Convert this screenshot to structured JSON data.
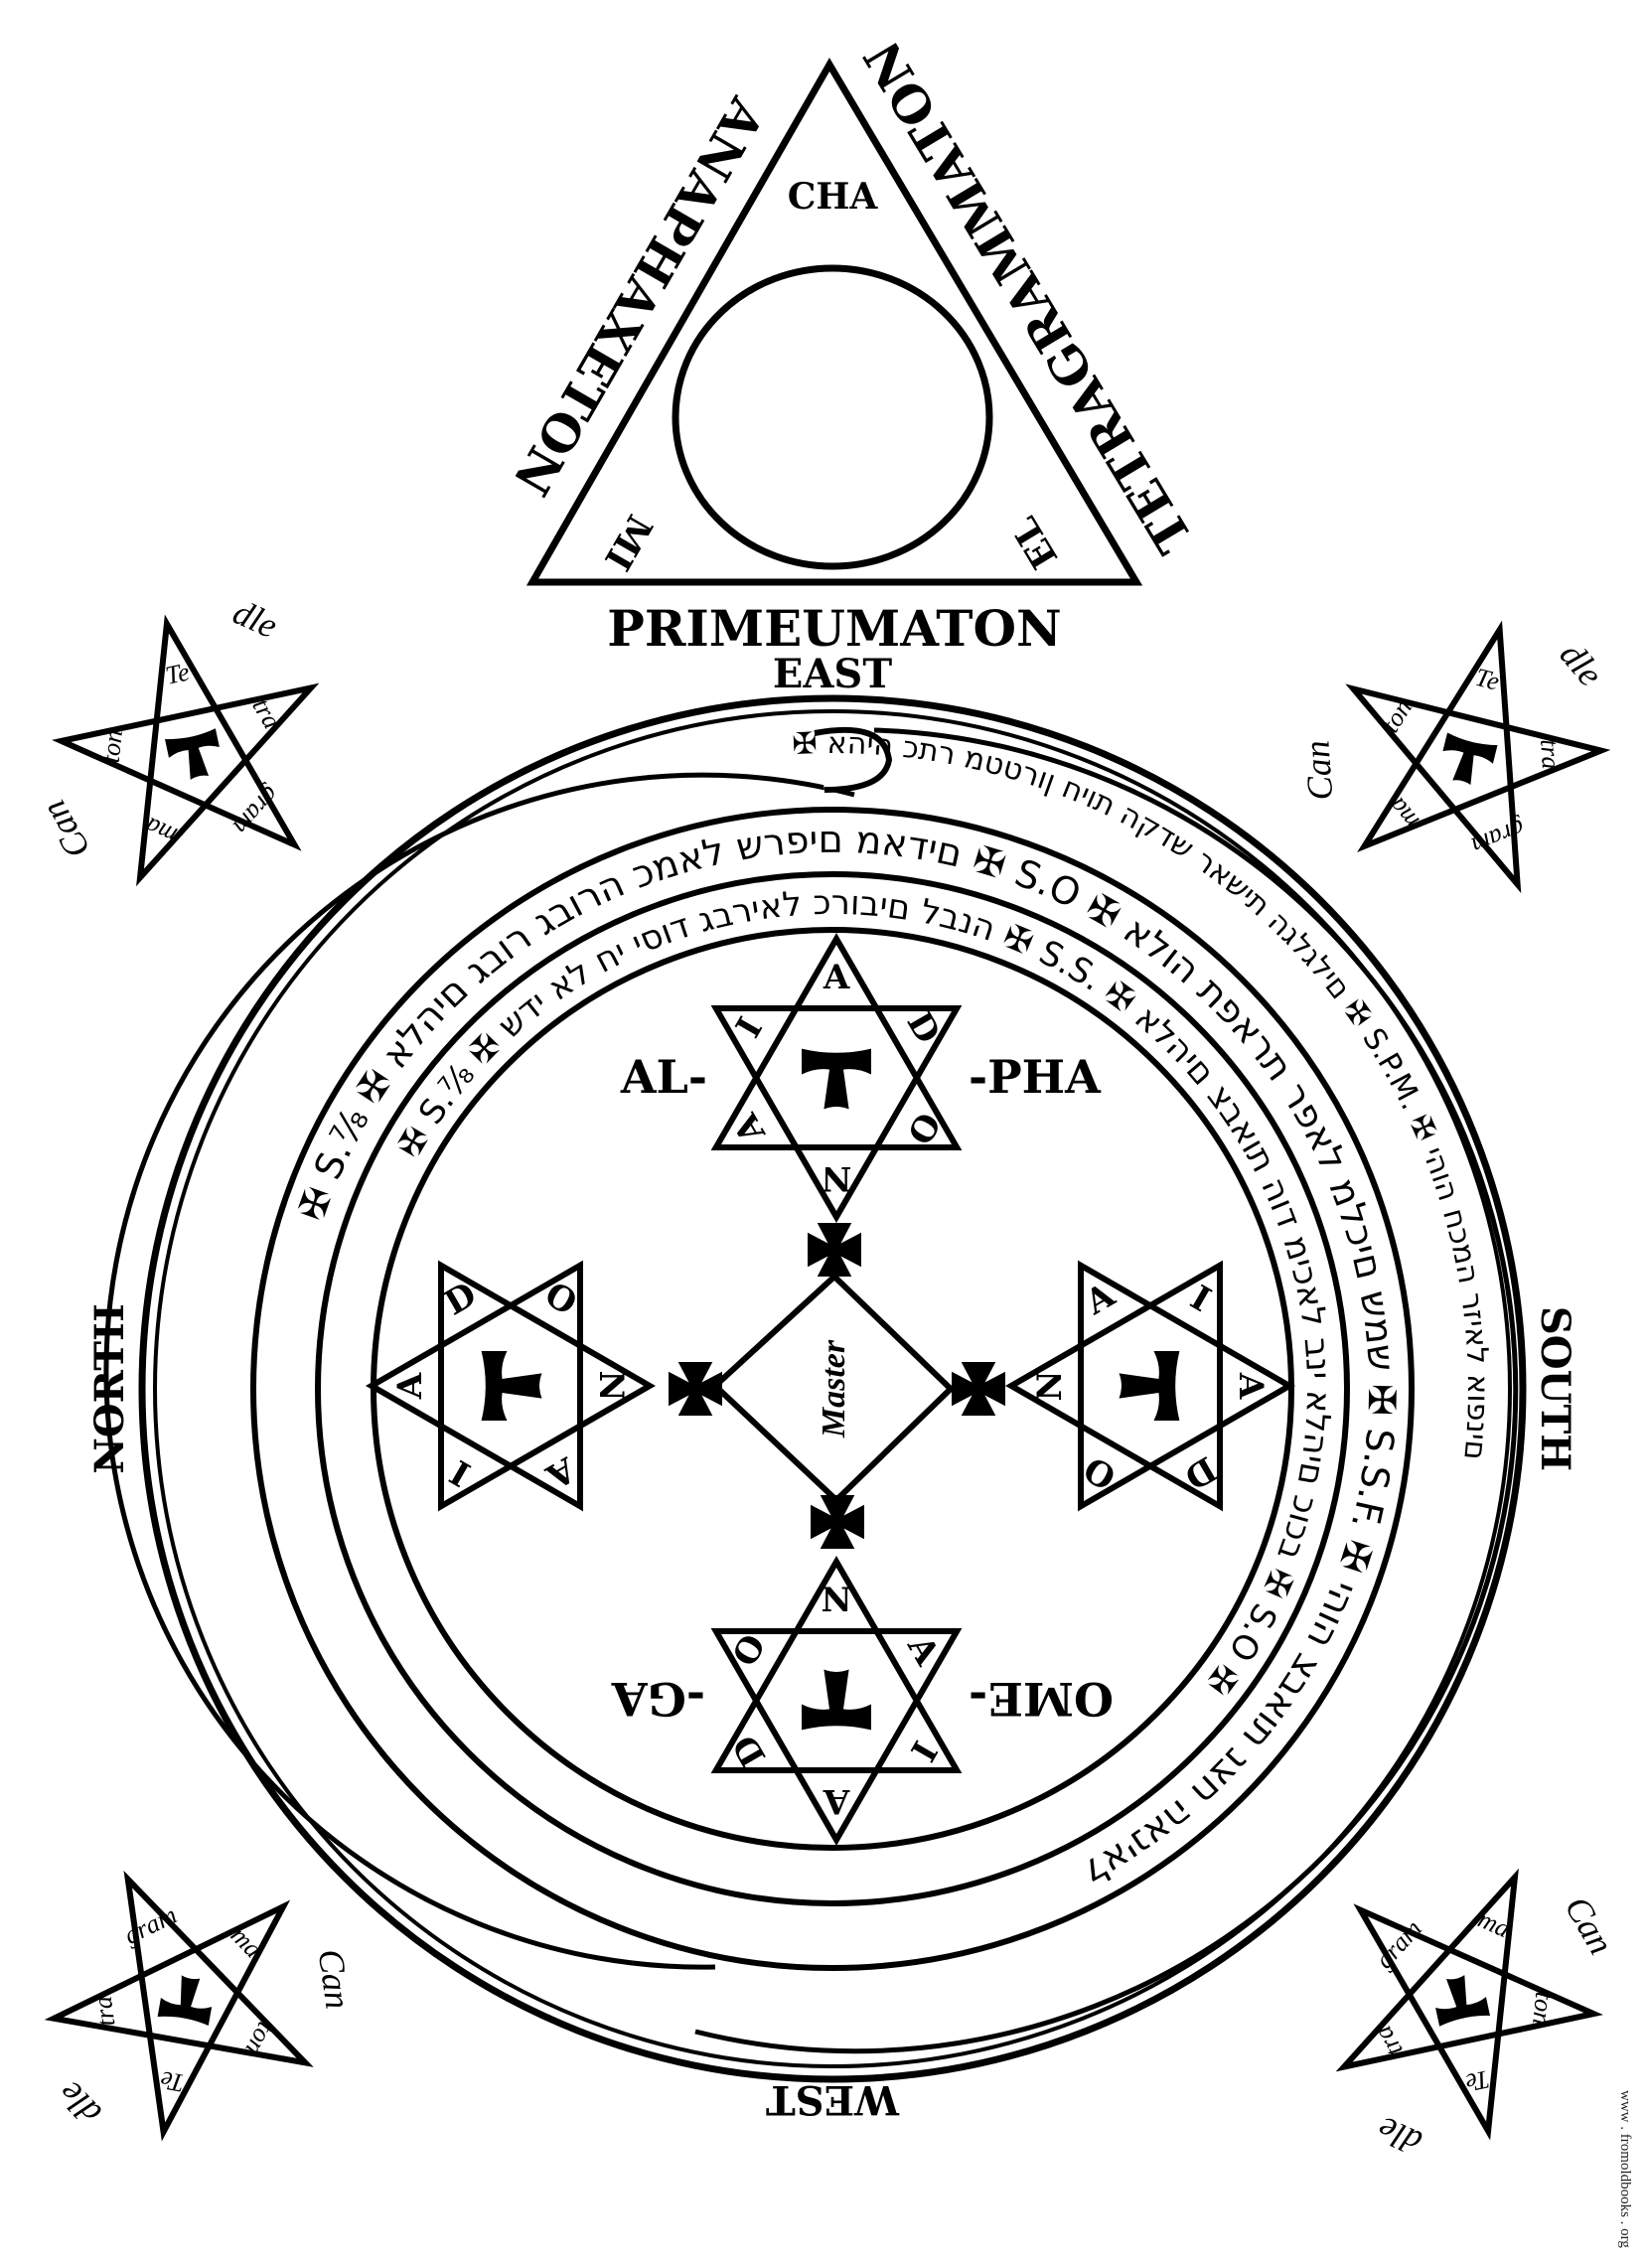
{
  "colors": {
    "ink": "#000000",
    "paper": "#ffffff"
  },
  "triangle": {
    "left_name": "ANAPHAXETON",
    "right_name": "TETRAGRAMMATON",
    "base_name": "PRIMEUMATON",
    "inner_top": "CHA",
    "inner_left": "MI",
    "inner_right": "EL"
  },
  "directions": {
    "east": "EAST",
    "west": "WEST",
    "north": "NORTH",
    "south": "SOUTH"
  },
  "hexagram_letters": [
    "A",
    "D",
    "O",
    "N",
    "A",
    "I"
  ],
  "center_symbol": "tau-cross-icon",
  "center_labels": {
    "alpha_left": "AL-",
    "alpha_right": "-PHA",
    "omega_left": "OME-",
    "omega_right": "-GA",
    "master": "Master"
  },
  "pentagram_words": {
    "inner": [
      "Te",
      "tra",
      "gram",
      "ma",
      "ton"
    ],
    "outer": [
      "Can",
      "dle"
    ]
  },
  "rings": {
    "serpent_text": "✠ אהיה כתר מטטרון חיות הקדש ראשית הגלגלים ✠ S.P.M. ✠ יהוה חכמה רזיאל אופנים",
    "outer_band_text": "✠ S.⅞ ✠ אלהים גבור גבורה כמאל שרפים מאדים ✠ S.O ✠ אלוה תפארת רפאל מלכים שמש ✠ S.S.F. ✠ יהוה צבאות נצח האניאל",
    "inner_band_text": "✠ S.⅞ ✠ שדי אל חי יסוד גבריאל כרובים לבנה ✠ S.S. ✠ אלהים צבאות הוד מיכאל בני אלהים כוכב ✠ S.O ✠"
  },
  "watermark": "www . fromoldbooks . org"
}
